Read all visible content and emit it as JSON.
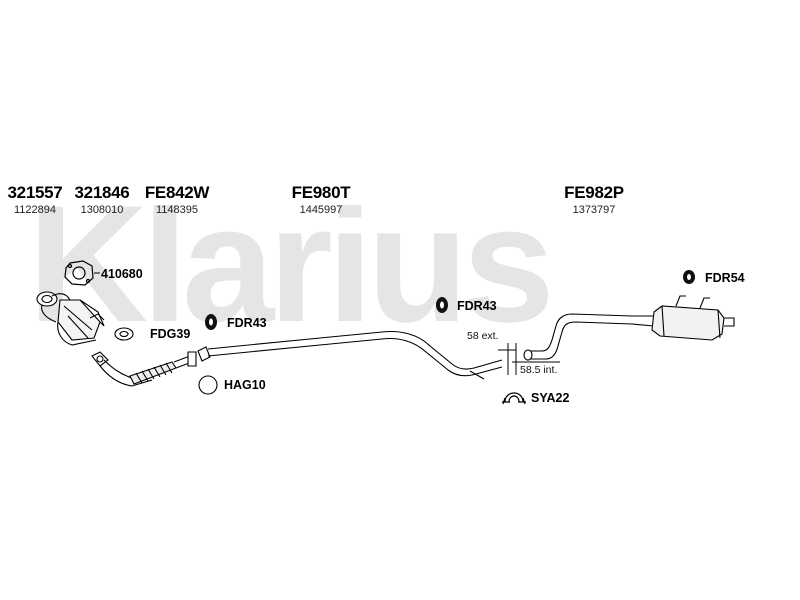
{
  "watermark": "Klarius",
  "parts_header": [
    {
      "code": "321557",
      "number": "1122894"
    },
    {
      "code": "321846",
      "number": "1308010"
    },
    {
      "code": "FE842W",
      "number": "1148395"
    },
    {
      "code": "FE980T",
      "number": "1445997"
    },
    {
      "code": "FE982P",
      "number": "1373797"
    }
  ],
  "fittings": {
    "gasket_410680": "410680",
    "fdg39": "FDG39",
    "fdr43_left": "FDR43",
    "fdr43_center": "FDR43",
    "hag10": "HAG10",
    "fdr54": "FDR54",
    "sya22": "SYA22"
  },
  "dimensions": {
    "ext": "58 ext.",
    "int": "58.5 int."
  }
}
